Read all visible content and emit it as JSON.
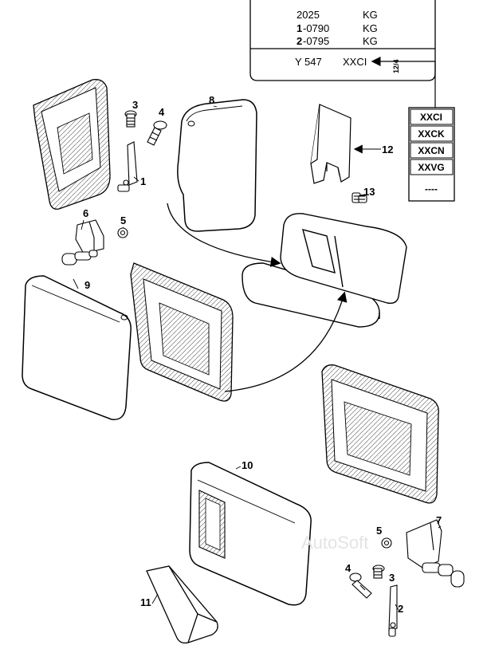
{
  "info_box": {
    "rows": [
      {
        "code": "2025",
        "unit": "KG"
      },
      {
        "prefix": "1",
        "code": "-0790",
        "unit": "KG"
      },
      {
        "prefix": "2",
        "code": "-0795",
        "unit": "KG"
      }
    ],
    "ref_left": "Y 547",
    "ref_right": "XXCI",
    "side_code": "12/4"
  },
  "variants": [
    "XXCI",
    "XXCK",
    "XXCN",
    "XXVG",
    "----"
  ],
  "callouts": [
    {
      "id": "c1",
      "label": "1"
    },
    {
      "id": "c2",
      "label": "2"
    },
    {
      "id": "c3a",
      "label": "3"
    },
    {
      "id": "c3b",
      "label": "3"
    },
    {
      "id": "c4a",
      "label": "4"
    },
    {
      "id": "c4b",
      "label": "4"
    },
    {
      "id": "c5a",
      "label": "5"
    },
    {
      "id": "c5b",
      "label": "5"
    },
    {
      "id": "c6",
      "label": "6"
    },
    {
      "id": "c7",
      "label": "7"
    },
    {
      "id": "c8",
      "label": "8"
    },
    {
      "id": "c9",
      "label": "9"
    },
    {
      "id": "c10",
      "label": "10"
    },
    {
      "id": "c11",
      "label": "11"
    },
    {
      "id": "c12",
      "label": "12"
    },
    {
      "id": "c13",
      "label": "13"
    }
  ],
  "watermark": "AutoSoft"
}
